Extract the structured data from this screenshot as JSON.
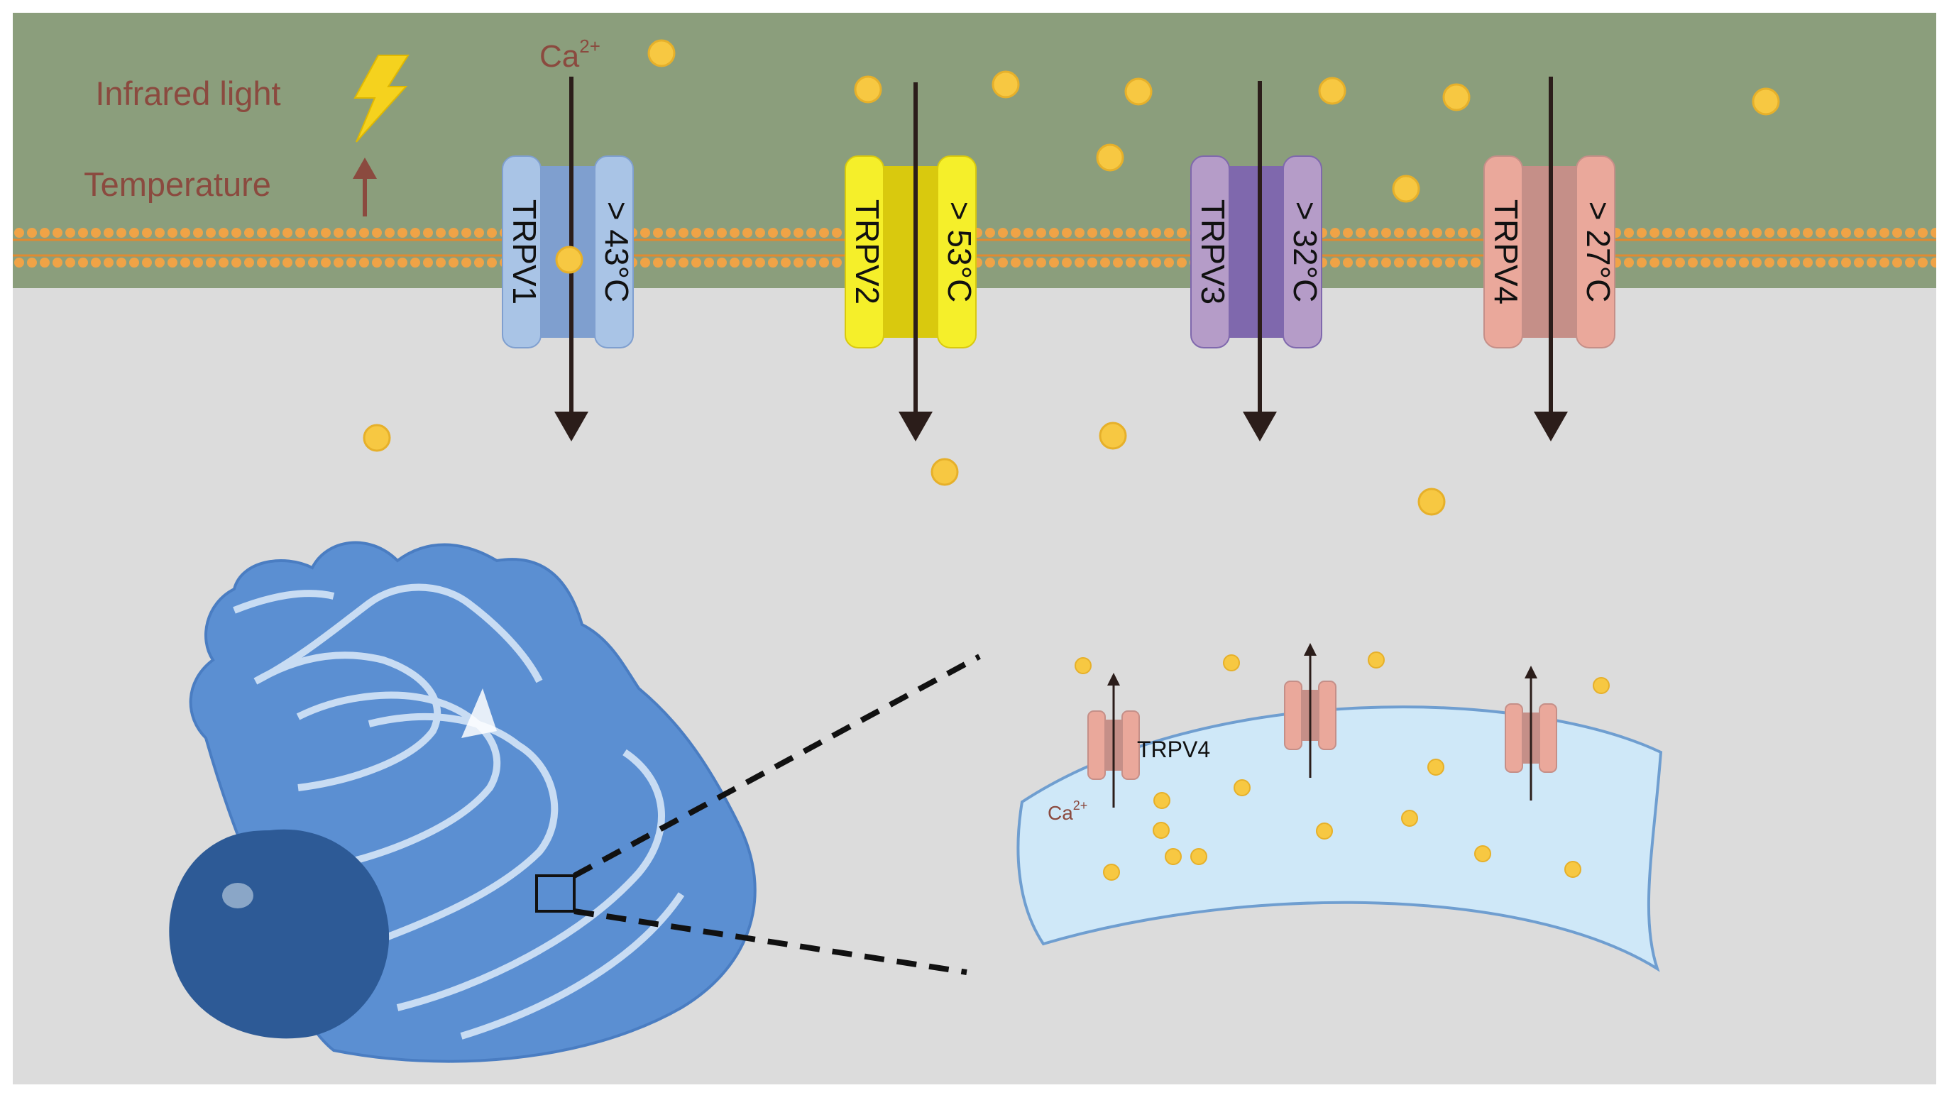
{
  "legend": {
    "infrared_label": "Infrared light",
    "temperature_label": "Temperature"
  },
  "ion": {
    "symbol": "Ca",
    "charge": "2+"
  },
  "channels": [
    {
      "name": "TRPV1",
      "threshold": "> 43°C",
      "color": "#a9c4e6",
      "core_color": "#7f9fcf"
    },
    {
      "name": "TRPV2",
      "threshold": "> 53°C",
      "color": "#f5ef2a",
      "core_color": "#d9c90e"
    },
    {
      "name": "TRPV3",
      "threshold": "> 32°C",
      "color": "#b59cc8",
      "core_color": "#7f68ad"
    },
    {
      "name": "TRPV4",
      "threshold": "> 27°C",
      "color": "#eaa89b",
      "core_color": "#c58f88"
    }
  ],
  "zoom_panel": {
    "channel_label": "TRPV4",
    "ion_symbol": "Ca",
    "ion_charge": "2+"
  },
  "colors": {
    "extracellular": "#8b9e7c",
    "cytoplasm": "#dcdcdc",
    "membrane_bead": "#f0a346",
    "calcium": "#f7c842",
    "label_text": "#8b4a3f",
    "er_fill": "#cfe8f8",
    "er_stroke": "#6f9ed0",
    "golgi": "#5b8fd2",
    "nucleus": "#2d5a96"
  }
}
